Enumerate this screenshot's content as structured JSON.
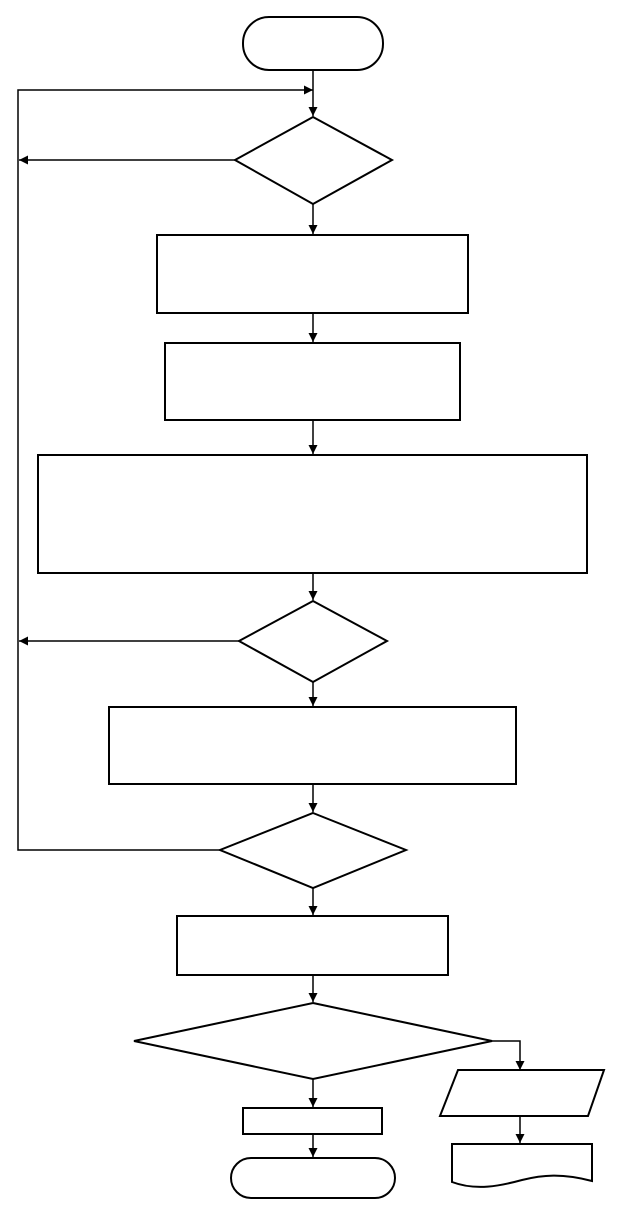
{
  "diagram": {
    "type": "flowchart",
    "colors": {
      "stroke": "#000000",
      "fill": "#ffffff",
      "background": "#ffffff"
    },
    "nodes": [
      {
        "id": "start",
        "shape": "terminator",
        "label": ""
      },
      {
        "id": "decision-1",
        "shape": "decision",
        "label": ""
      },
      {
        "id": "process-1",
        "shape": "process",
        "label": ""
      },
      {
        "id": "process-2",
        "shape": "process",
        "label": ""
      },
      {
        "id": "process-3",
        "shape": "process",
        "label": ""
      },
      {
        "id": "decision-2",
        "shape": "decision",
        "label": ""
      },
      {
        "id": "process-4",
        "shape": "process",
        "label": ""
      },
      {
        "id": "decision-3",
        "shape": "decision",
        "label": ""
      },
      {
        "id": "process-5",
        "shape": "process",
        "label": ""
      },
      {
        "id": "decision-4",
        "shape": "decision",
        "label": ""
      },
      {
        "id": "process-6",
        "shape": "process",
        "label": ""
      },
      {
        "id": "end",
        "shape": "terminator",
        "label": ""
      },
      {
        "id": "output",
        "shape": "data",
        "label": ""
      },
      {
        "id": "document",
        "shape": "document",
        "label": ""
      }
    ],
    "edges": [
      {
        "from": "start",
        "to": "decision-1"
      },
      {
        "from": "decision-1",
        "to": "process-1"
      },
      {
        "from": "decision-1",
        "to": "loop-bus"
      },
      {
        "from": "process-1",
        "to": "process-2"
      },
      {
        "from": "process-2",
        "to": "process-3"
      },
      {
        "from": "process-3",
        "to": "decision-2"
      },
      {
        "from": "decision-2",
        "to": "process-4"
      },
      {
        "from": "decision-2",
        "to": "loop-bus"
      },
      {
        "from": "process-4",
        "to": "decision-3"
      },
      {
        "from": "decision-3",
        "to": "process-5"
      },
      {
        "from": "decision-3",
        "to": "decision-1"
      },
      {
        "from": "process-5",
        "to": "decision-4"
      },
      {
        "from": "decision-4",
        "to": "process-6"
      },
      {
        "from": "decision-4",
        "to": "output"
      },
      {
        "from": "process-6",
        "to": "end"
      },
      {
        "from": "output",
        "to": "document"
      }
    ]
  }
}
